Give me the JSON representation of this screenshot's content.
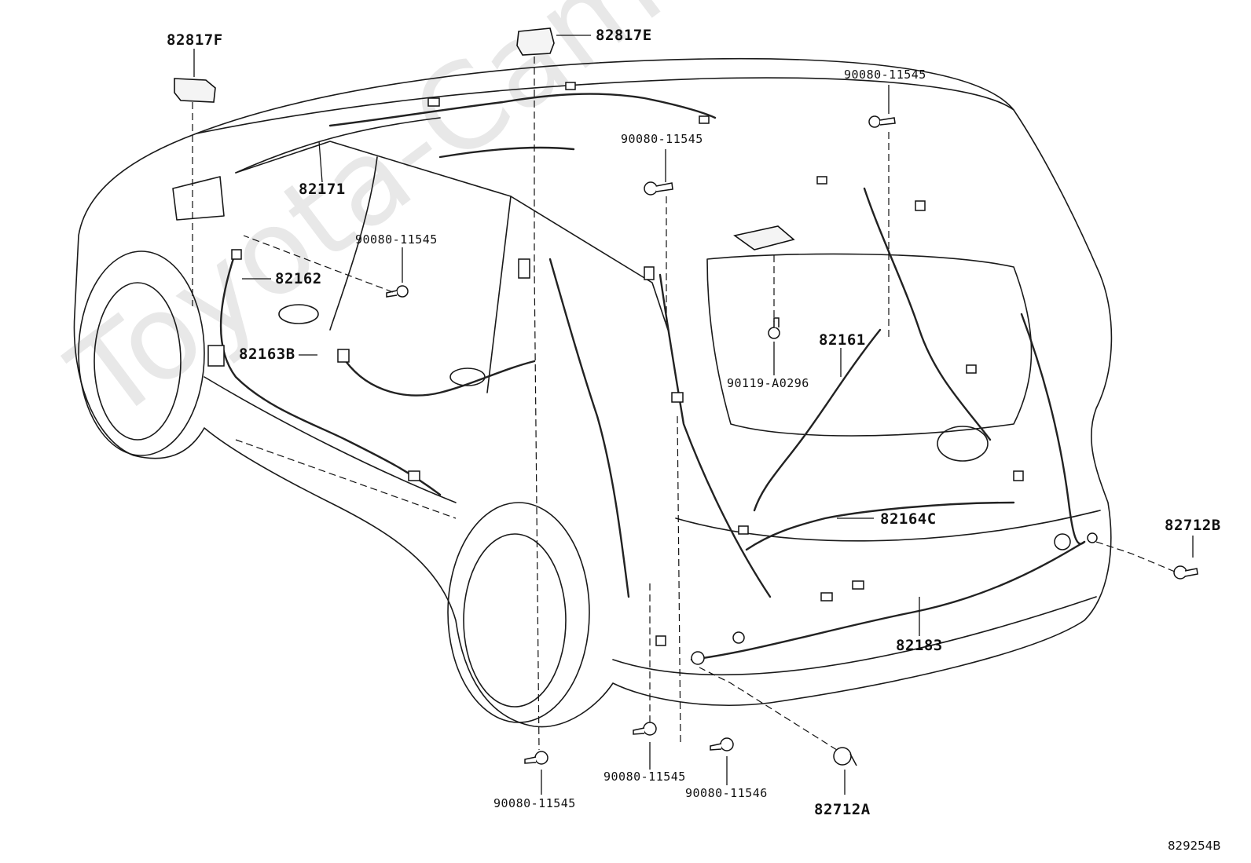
{
  "watermark": "Toyota-Camry.ru",
  "diagram_ref": "829254B",
  "parts": {
    "p82817F": "82817F",
    "p82817E": "82817E",
    "p82171": "82171",
    "p82162": "82162",
    "p82163B": "82163B",
    "p82161": "82161",
    "p82164C": "82164C",
    "p82183": "82183",
    "p82712B": "82712B",
    "p82712A": "82712A",
    "p90119": "90119-A0296",
    "bolt_top_right": "90080-11545",
    "bolt_roof": "90080-11545",
    "bolt_left_door": "90080-11545",
    "bolt_bottom_left": "90080-11545",
    "bolt_bottom_mid": "90080-11545",
    "bolt_bottom_right": "90080-11546"
  }
}
